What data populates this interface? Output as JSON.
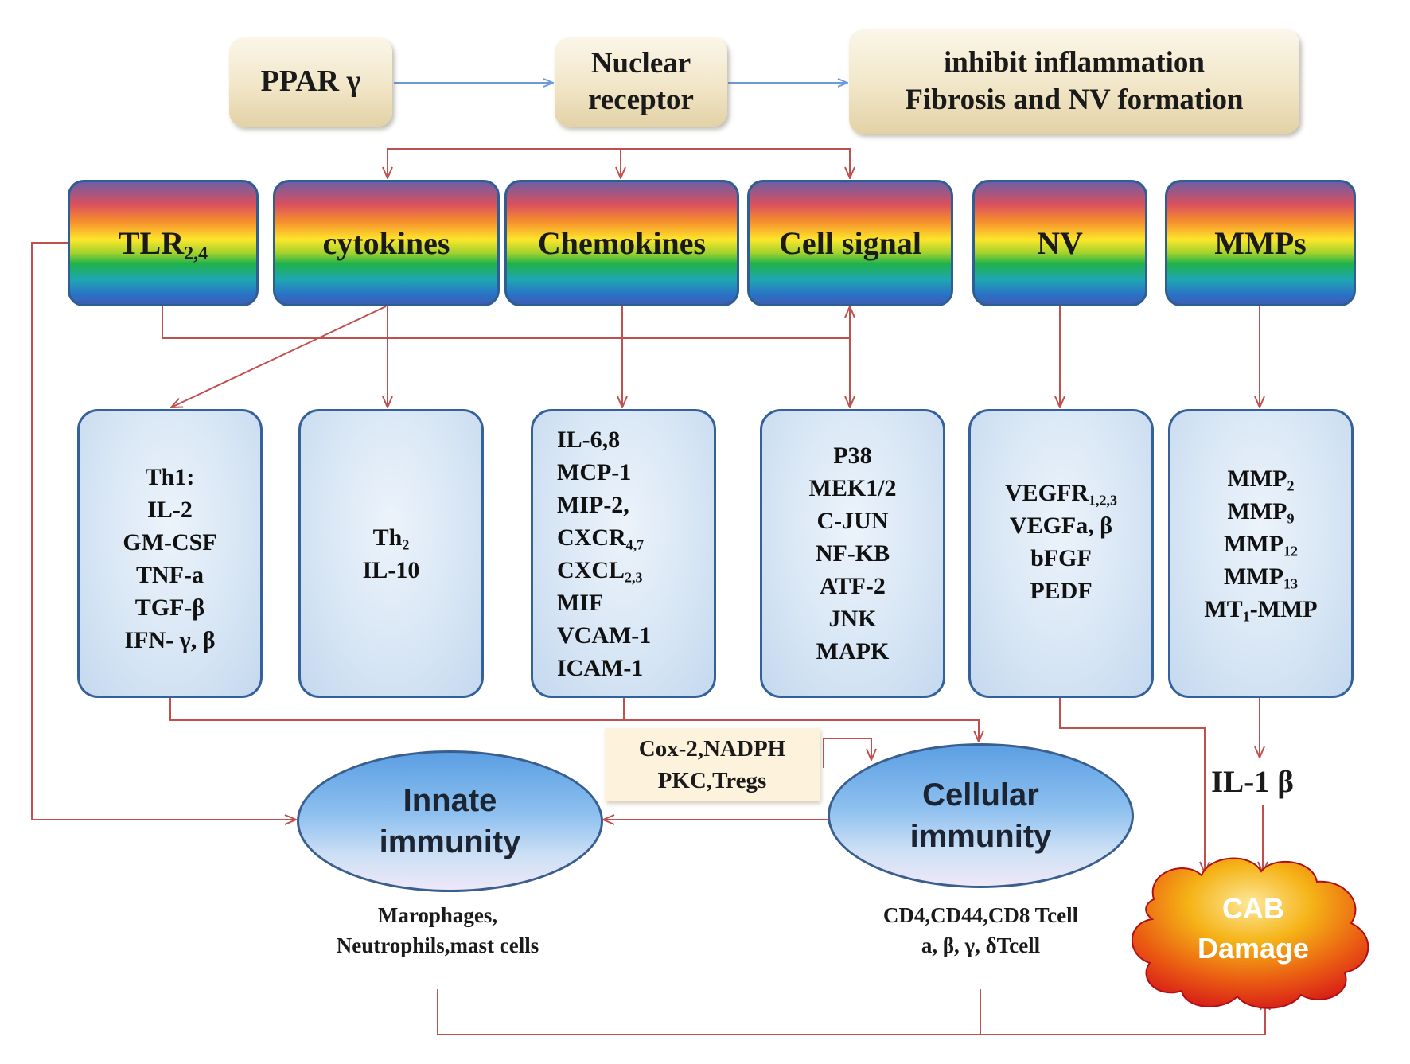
{
  "top": {
    "ppar": "PPAR γ",
    "nuclear_line1": "Nuclear",
    "nuclear_line2": "receptor",
    "inhibit_line1": "inhibit inflammation",
    "inhibit_line2": "Fibrosis and NV formation"
  },
  "categories": {
    "tlr_base": "TLR",
    "tlr_sub": "2,4",
    "cytokines": "cytokines",
    "chemokines": "Chemokines",
    "cell_signal": "Cell signal",
    "nv": "NV",
    "mmps": "MMPs"
  },
  "boxes": {
    "th1": [
      "Th1:",
      "IL-2",
      "GM-CSF",
      "TNF-a",
      "TGF-β",
      "IFN- γ, β"
    ],
    "th2": {
      "th_base": "Th",
      "th_sub": "2",
      "il10": "IL-10"
    },
    "chemokines": {
      "il68": "IL-6,8",
      "mcp1": "MCP-1",
      "mip2": "MIP-2,",
      "cxcr_base": "CXCR",
      "cxcr_sub": "4,7",
      "cxcl_base": "CXCL",
      "cxcl_sub": "2,3",
      "mif": "MIF",
      "vcam1": "VCAM-1",
      "icam1": "ICAM-1"
    },
    "cell_signal": [
      "P38",
      "MEK1/2",
      "C-JUN",
      "NF-KB",
      "ATF-2",
      "JNK",
      "MAPK"
    ],
    "nv": {
      "vegfr_base": "VEGFR",
      "vegfr_sub": "1,2,3",
      "vegfa": "VEGFa, β",
      "bfgf": "bFGF",
      "pedf": "PEDF"
    },
    "mmps": {
      "mmp": "MMP",
      "s2": "2",
      "s9": "9",
      "s12": "12",
      "s13": "13",
      "mt_base": "MT",
      "mt_sub": "1",
      "mt_tail": "-MMP"
    }
  },
  "mediators": {
    "line1": "Cox-2,NADPH",
    "line2": "PKC,Tregs"
  },
  "innate": {
    "line1": "Innate",
    "line2": "immunity",
    "caption1": "Marophages,",
    "caption2": "Neutrophils,mast cells"
  },
  "cellular": {
    "line1": "Cellular",
    "line2": "immunity",
    "caption1": "CD4,CD44,CD8 Tcell",
    "caption2": "a, β, γ, δTcell"
  },
  "il1b": "IL-1 β",
  "cab": {
    "line1": "CAB",
    "line2": "Damage"
  },
  "colors": {
    "arrow_blue": "#6a9bd8",
    "arrow_red": "#c0504d",
    "cloud_outer": "#d4141a",
    "cloud_inner": "#f5b316"
  }
}
